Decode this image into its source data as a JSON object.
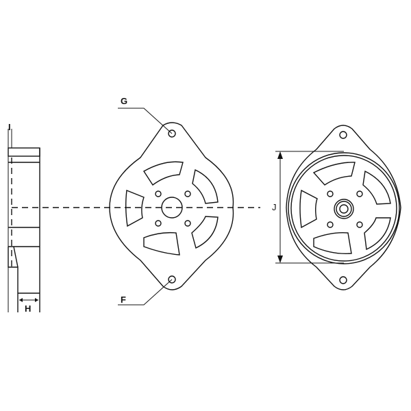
{
  "diagram": {
    "subject": "Alternator drive-end bracket technical drawing",
    "views": [
      "side-view",
      "front-view",
      "rear-view"
    ],
    "labels": {
      "I": "I",
      "H": "H",
      "G": "G",
      "F": "F",
      "J": "J"
    },
    "colors": {
      "line": "#111111",
      "background": "#ffffff"
    }
  }
}
